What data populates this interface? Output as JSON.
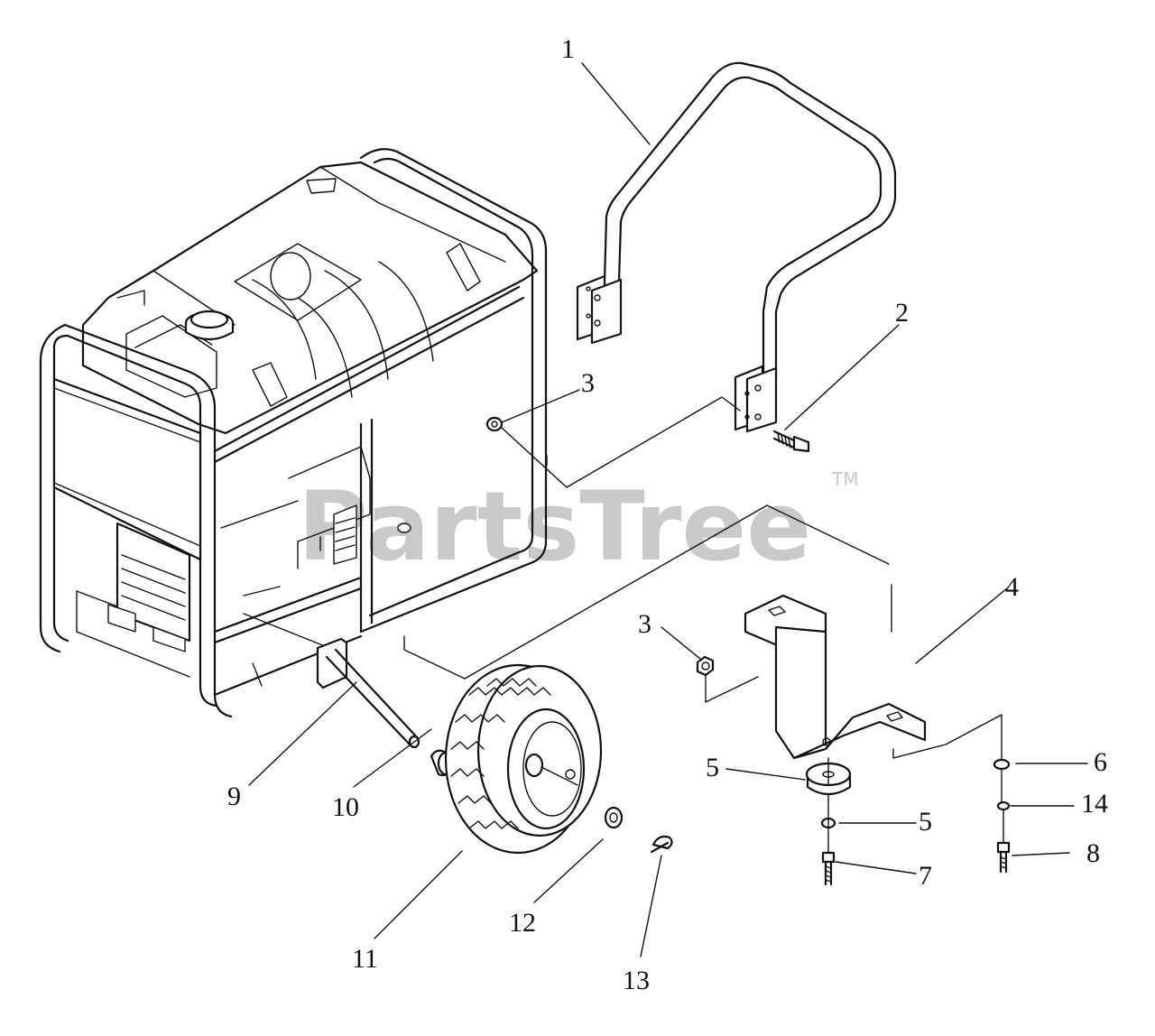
{
  "watermark": {
    "text": "PartsTree",
    "tm": "TM"
  },
  "callouts": [
    {
      "id": "c1",
      "label": "1"
    },
    {
      "id": "c2",
      "label": "2"
    },
    {
      "id": "c3a",
      "label": "3"
    },
    {
      "id": "c3b",
      "label": "3"
    },
    {
      "id": "c4",
      "label": "4"
    },
    {
      "id": "c5a",
      "label": "5"
    },
    {
      "id": "c5b",
      "label": "5"
    },
    {
      "id": "c6",
      "label": "6"
    },
    {
      "id": "c7",
      "label": "7"
    },
    {
      "id": "c8",
      "label": "8"
    },
    {
      "id": "c9",
      "label": "9"
    },
    {
      "id": "c10",
      "label": "10"
    },
    {
      "id": "c11",
      "label": "11"
    },
    {
      "id": "c12",
      "label": "12"
    },
    {
      "id": "c13",
      "label": "13"
    },
    {
      "id": "c14",
      "label": "14"
    }
  ]
}
